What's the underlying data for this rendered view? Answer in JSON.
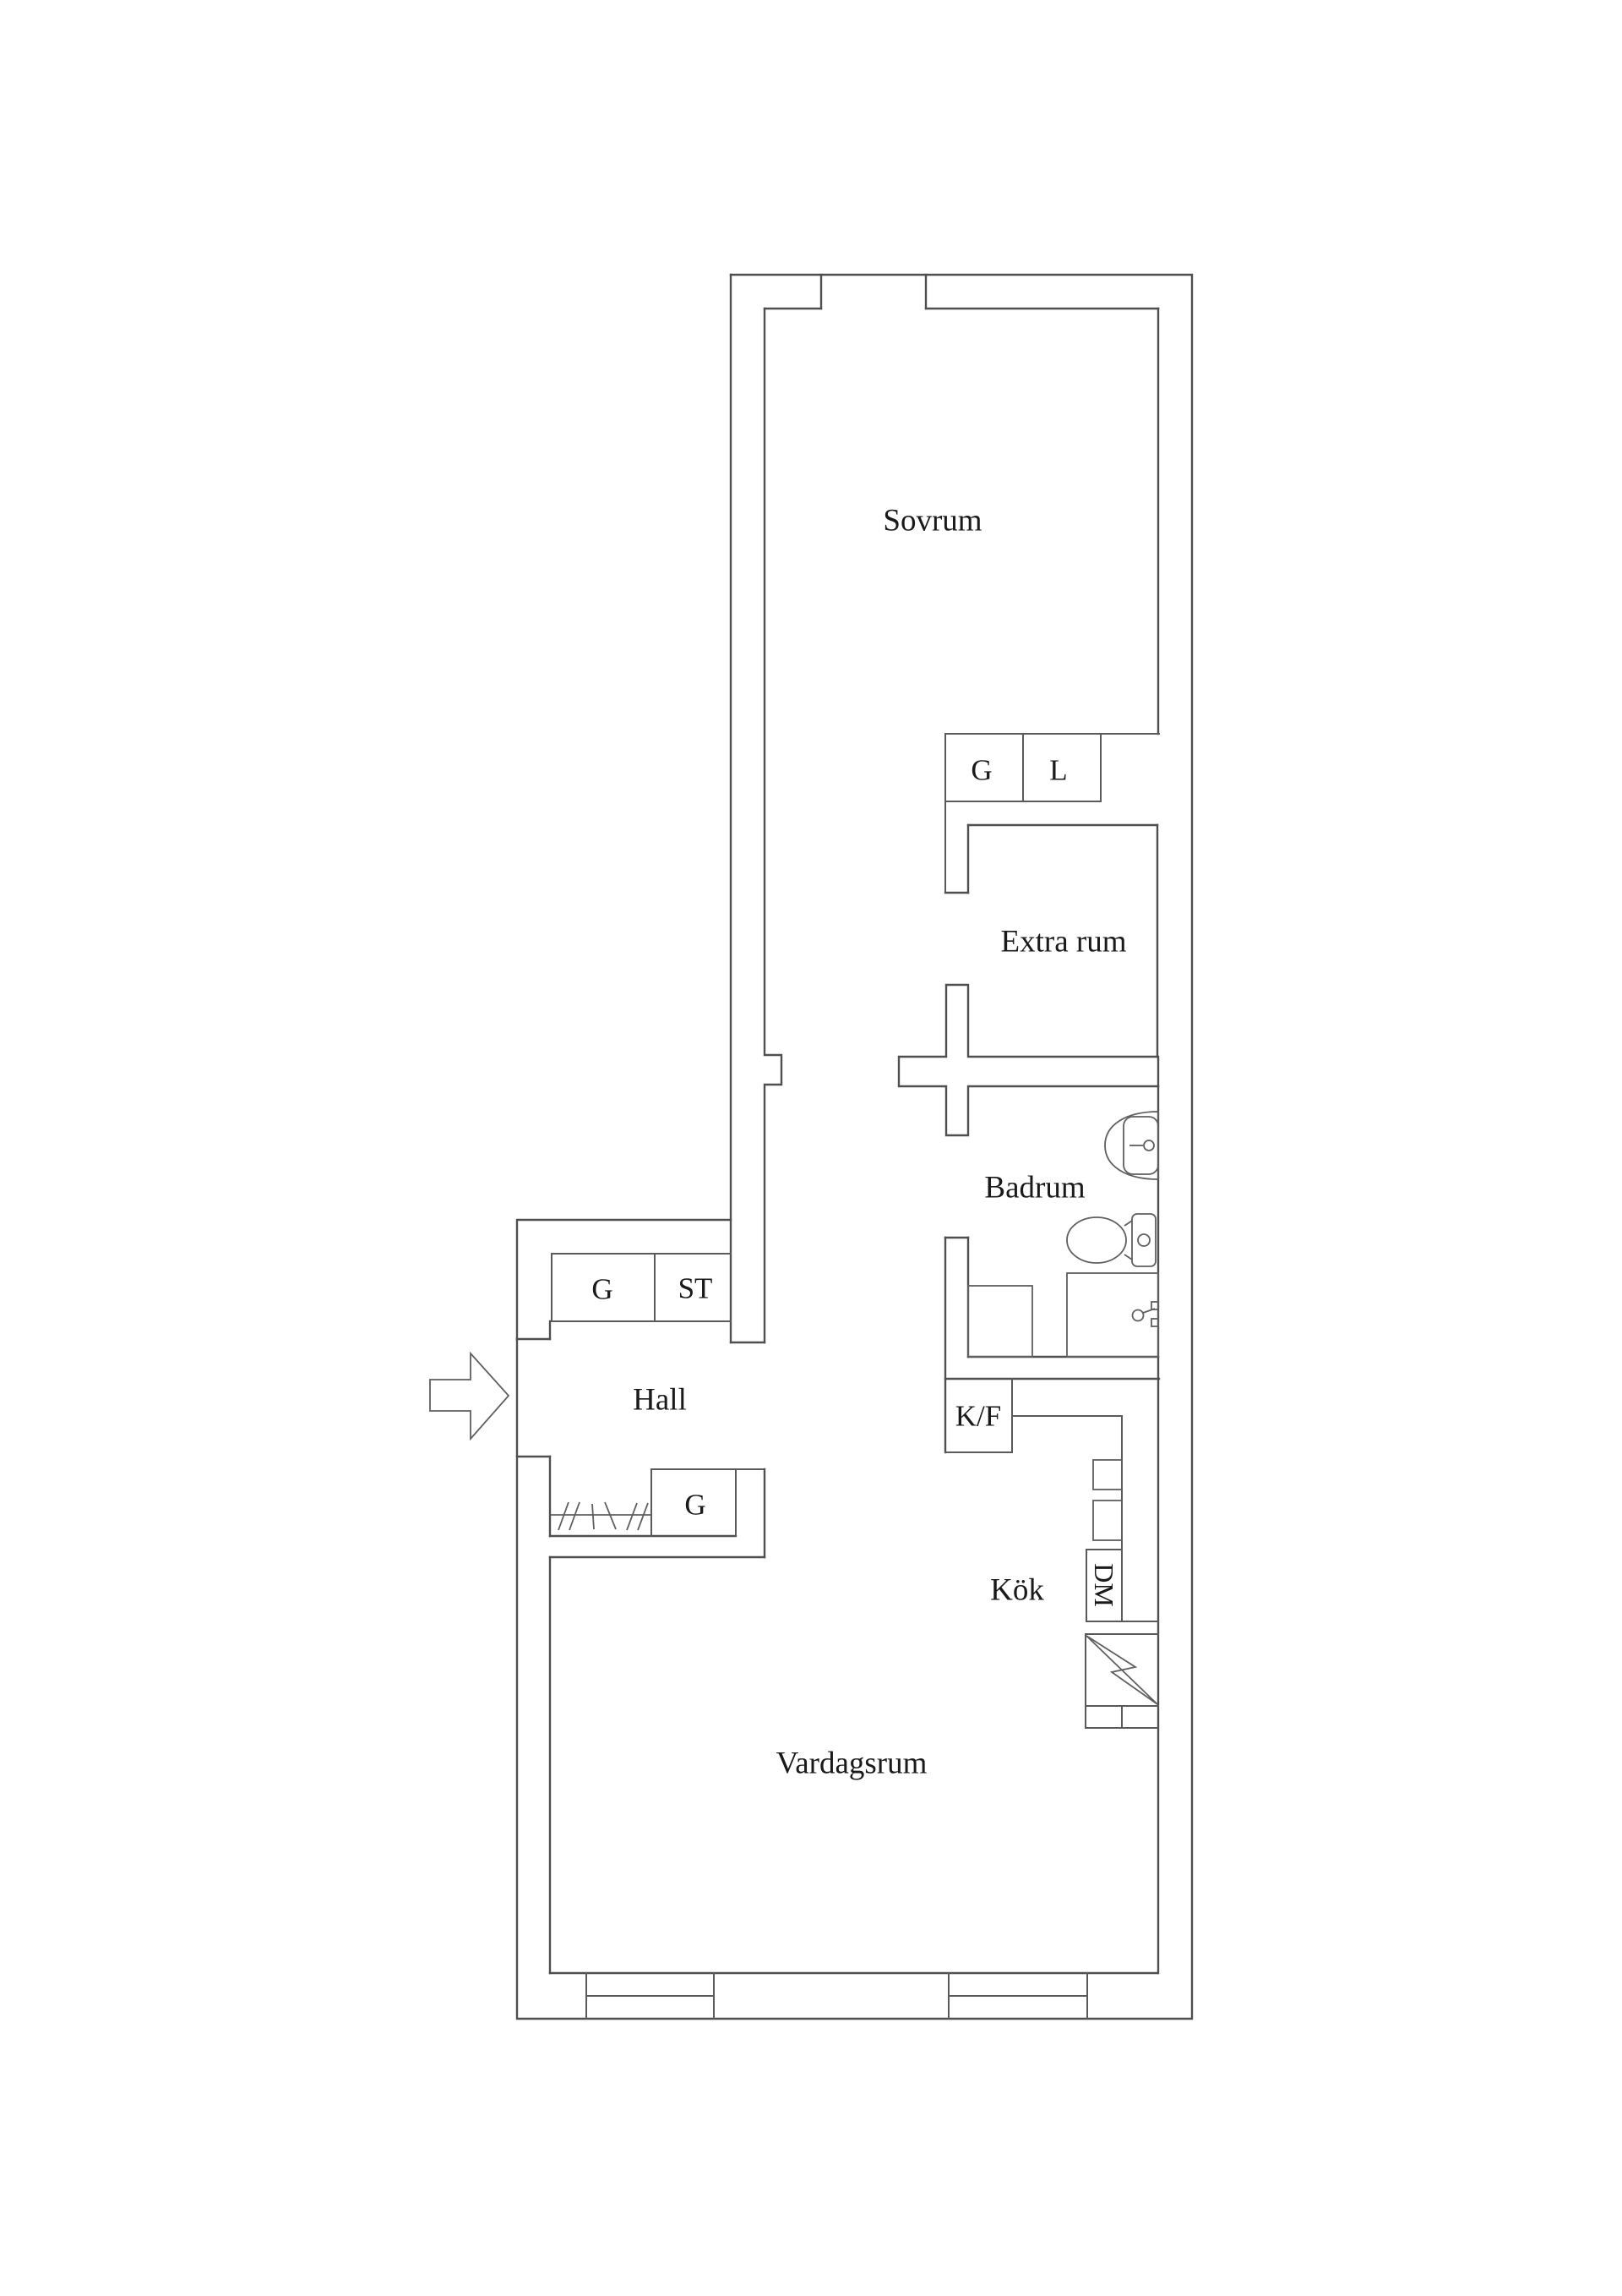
{
  "floorplan": {
    "background": "#ffffff",
    "wall_color": "#4f4f4f",
    "text_color": "#1a1a1a",
    "rooms": {
      "sovrum": {
        "label": "Sovrum"
      },
      "extra_rum": {
        "label": "Extra rum"
      },
      "badrum": {
        "label": "Badrum"
      },
      "hall": {
        "label": "Hall"
      },
      "kok": {
        "label": "Kök"
      },
      "vardagsrum": {
        "label": "Vardagsrum"
      }
    },
    "fixtures": {
      "sovrum_wardrobe": {
        "label": "G"
      },
      "sovrum_linen": {
        "label": "L"
      },
      "hall_wardrobe_upper": {
        "label": "G"
      },
      "hall_cleaning": {
        "label": "ST"
      },
      "hall_wardrobe_lower": {
        "label": "G"
      },
      "fridge_freezer": {
        "label": "K/F"
      },
      "dishwasher": {
        "label": "DM"
      }
    }
  }
}
